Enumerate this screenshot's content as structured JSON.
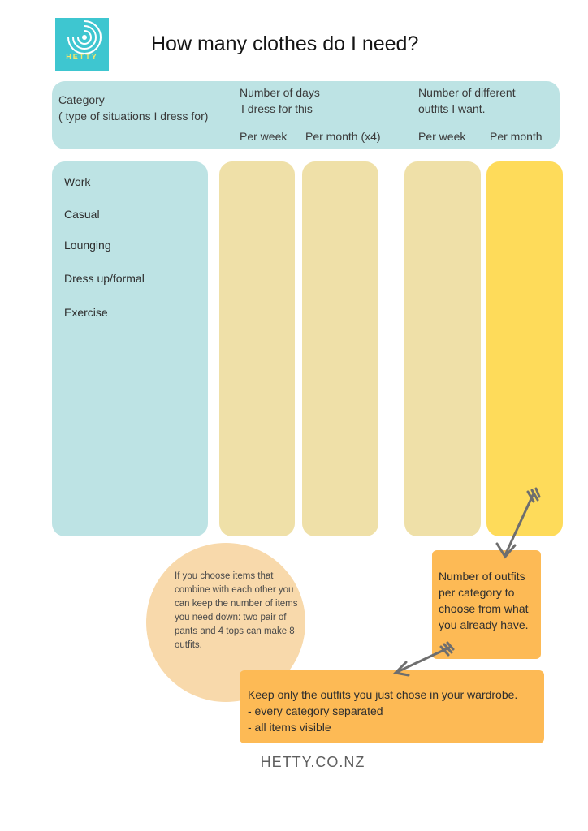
{
  "logo": {
    "text": "HETTY"
  },
  "title": "How many clothes do I need?",
  "header": {
    "category_label": "Category",
    "category_sub": "( type of situations I dress for)",
    "days_line1": "Number of days",
    "days_line2": "I dress for this",
    "outfits_line1": "Number of different",
    "outfits_line2": "outfits I want.",
    "days_per_week": "Per week",
    "days_per_month": "Per month (x4)",
    "outfits_per_week": "Per week",
    "outfits_per_month": "Per month"
  },
  "categories": [
    "Work",
    "Casual",
    "Lounging",
    "Dress up/formal",
    "Exercise"
  ],
  "circle_note": "If you choose items that combine with each other you can keep the number of items you need down: two pair of pants and 4 tops can make 8 outfits.",
  "box1": "Number of outfits per category to choose from what you already have.",
  "box2": {
    "line1": "Keep only the outfits you just chose in your wardrobe.",
    "line2": "- every category separated",
    "line3": "- all items visible"
  },
  "footer": "HETTY.CO.NZ",
  "colors": {
    "teal": "#bde3e4",
    "tan": "#efe0a8",
    "yellow": "#fedb5a",
    "orange": "#fdba55",
    "peach": "#f8d9ab",
    "logo": "#3ec6d0",
    "arrow": "#6e6e6e"
  }
}
